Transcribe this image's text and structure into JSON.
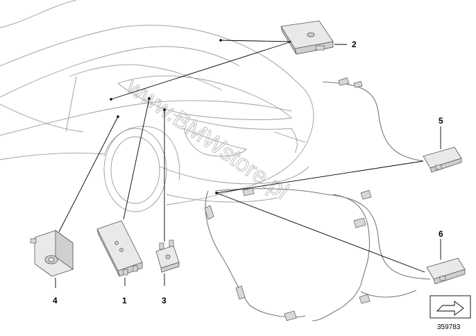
{
  "diagram": {
    "callouts": [
      {
        "id": "c1",
        "label": "1"
      },
      {
        "id": "c2",
        "label": "2"
      },
      {
        "id": "c3",
        "label": "3"
      },
      {
        "id": "c4",
        "label": "4"
      },
      {
        "id": "c5",
        "label": "5"
      },
      {
        "id": "c6",
        "label": "6"
      }
    ],
    "watermark": "www.BMWstore.pl",
    "reference_number": "359783"
  }
}
